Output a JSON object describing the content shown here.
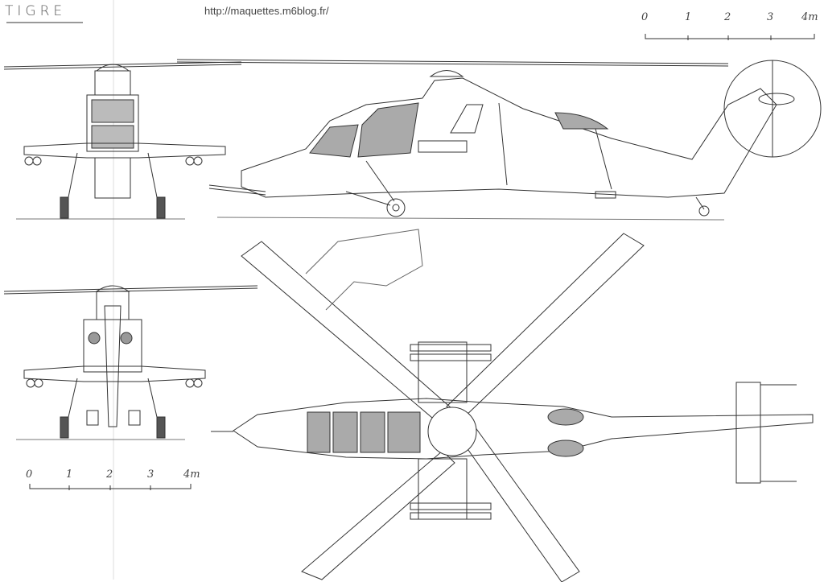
{
  "title": "TIGRE",
  "url": "http://maquettes.m6blog.fr/",
  "scale_top": {
    "labels": [
      "0",
      "1",
      "2",
      "3",
      "4m"
    ]
  },
  "scale_bottom": {
    "labels": [
      "0",
      "1",
      "2",
      "3",
      "4m"
    ]
  },
  "colors": {
    "ink": "#333333",
    "shade": "#9a9a9a"
  }
}
